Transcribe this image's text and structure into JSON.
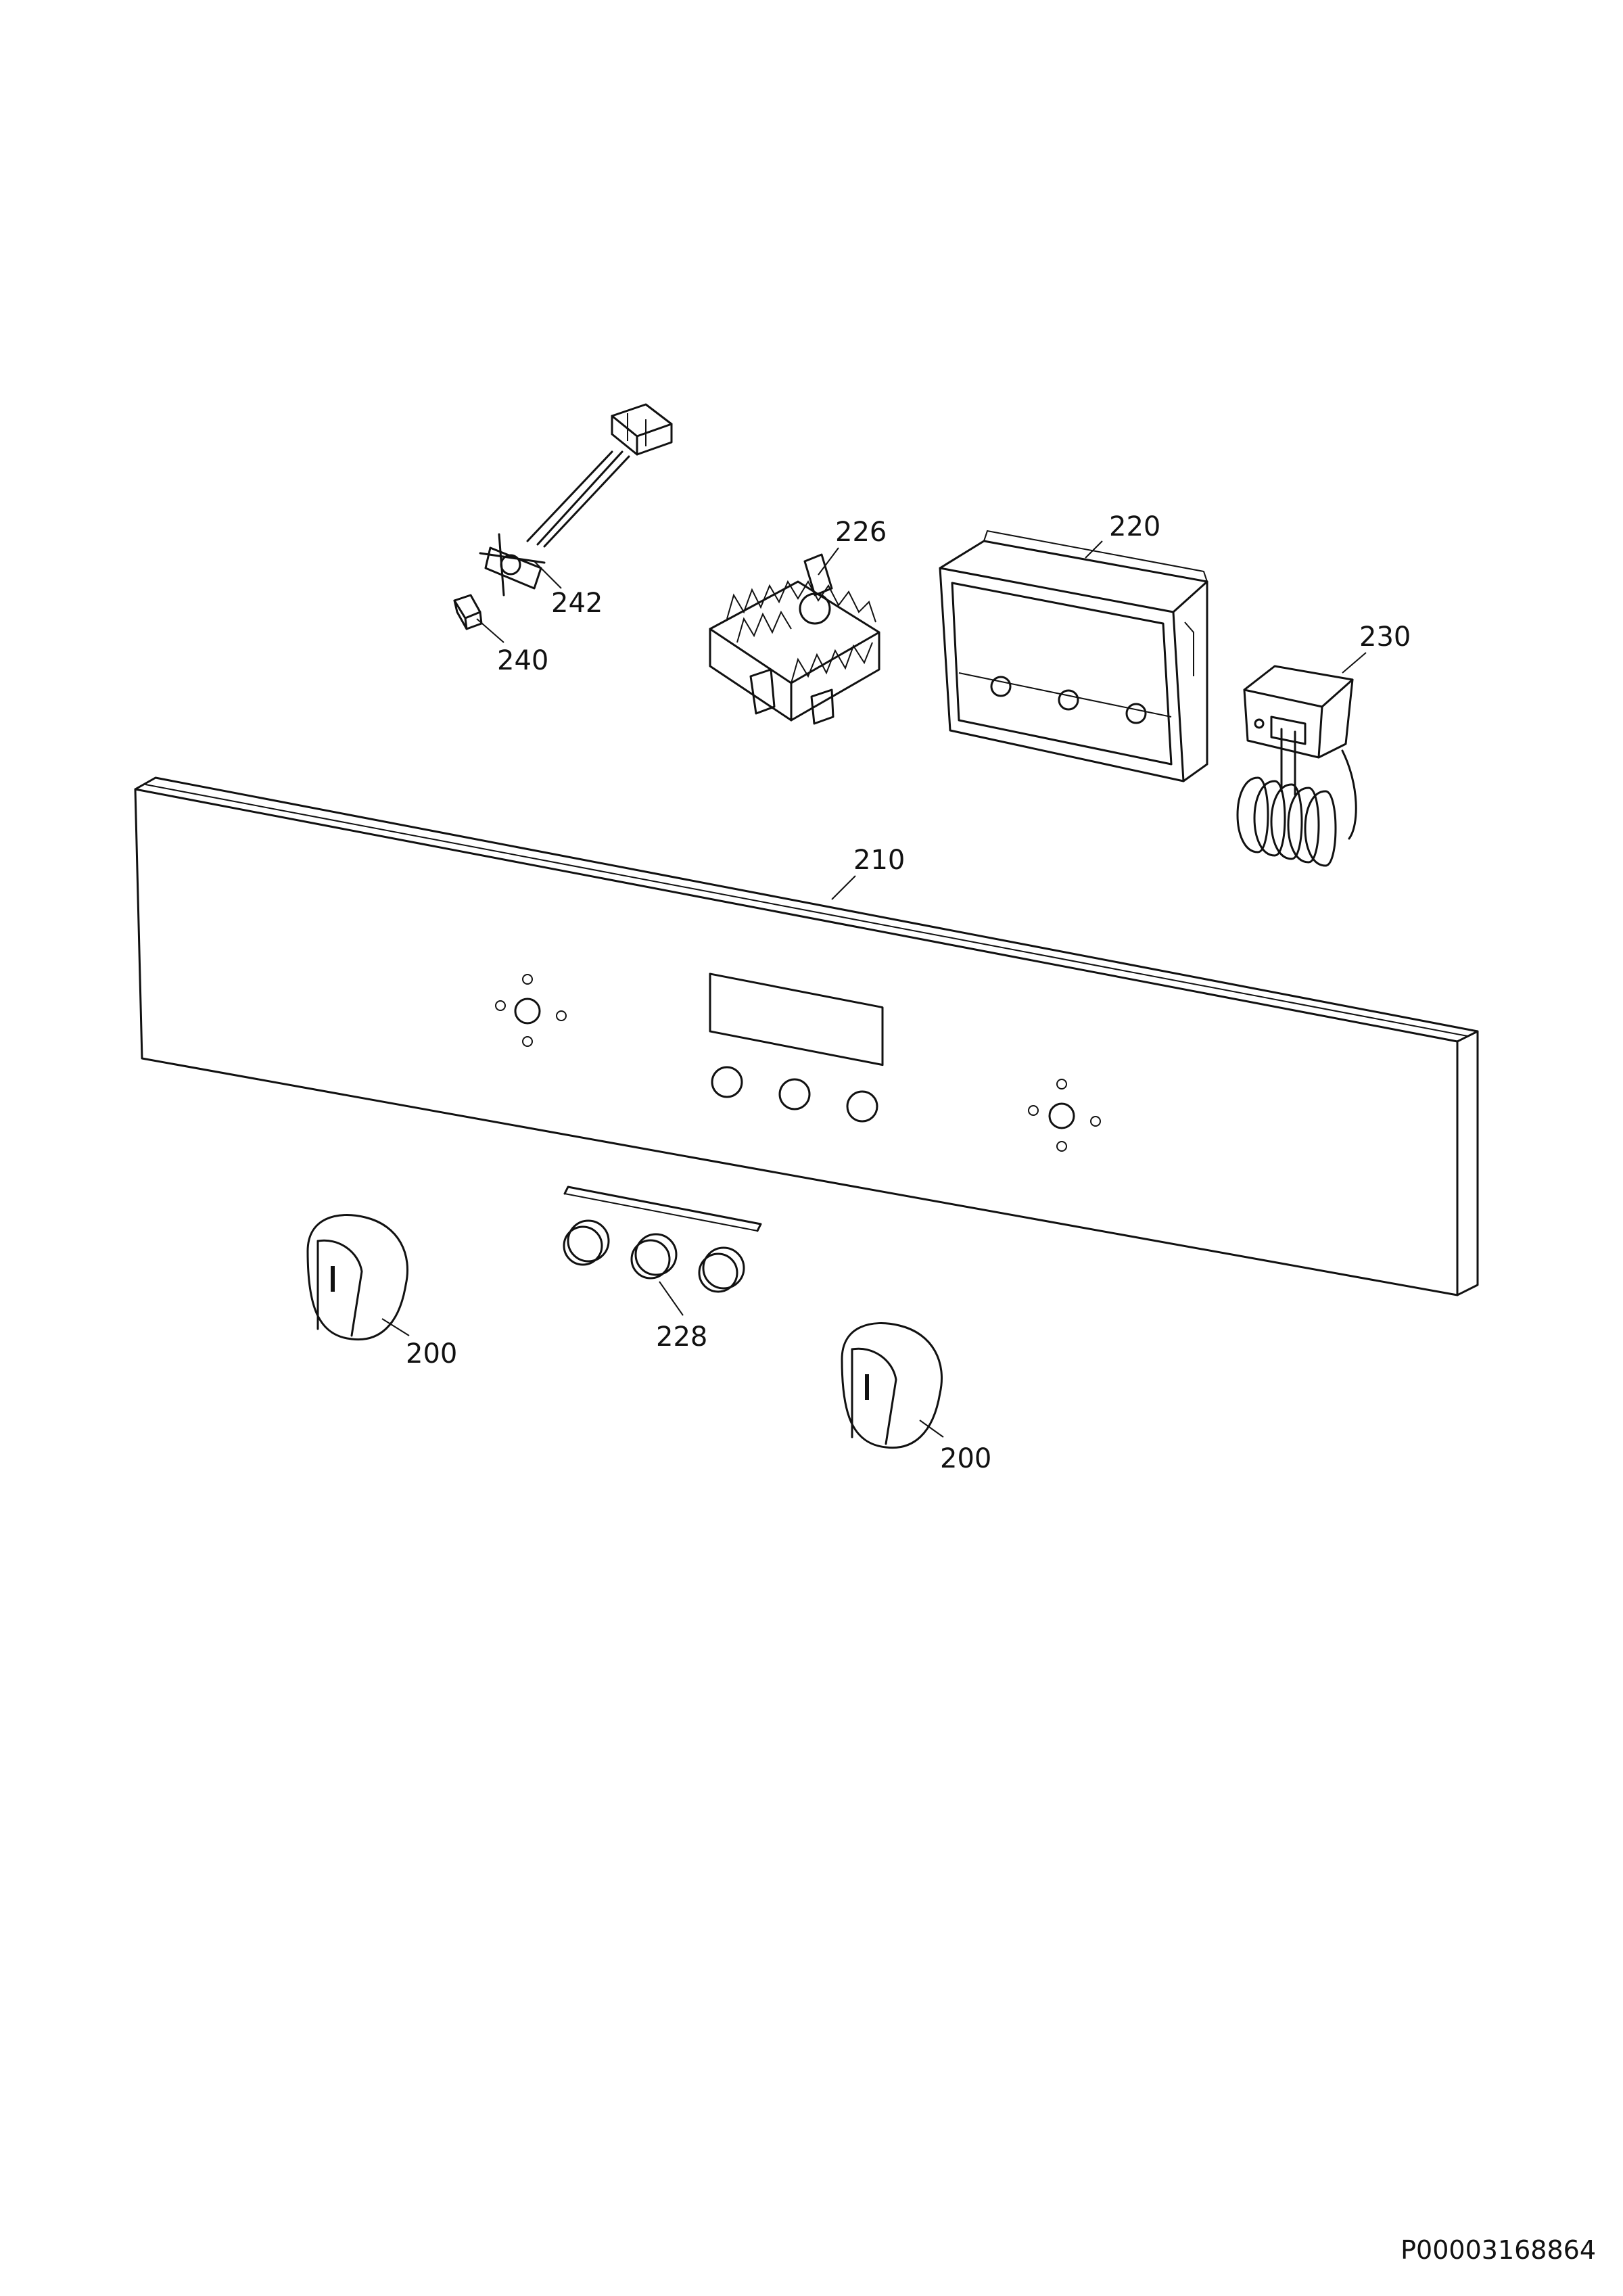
{
  "diagram": {
    "labels": {
      "part_242": "242",
      "part_240": "240",
      "part_226": "226",
      "part_220": "220",
      "part_230": "230",
      "part_210": "210",
      "part_228": "228",
      "part_200_left": "200",
      "part_200_right": "200"
    },
    "document_id": "P00003168864",
    "line_color": "#111111",
    "background": "#ffffff"
  }
}
